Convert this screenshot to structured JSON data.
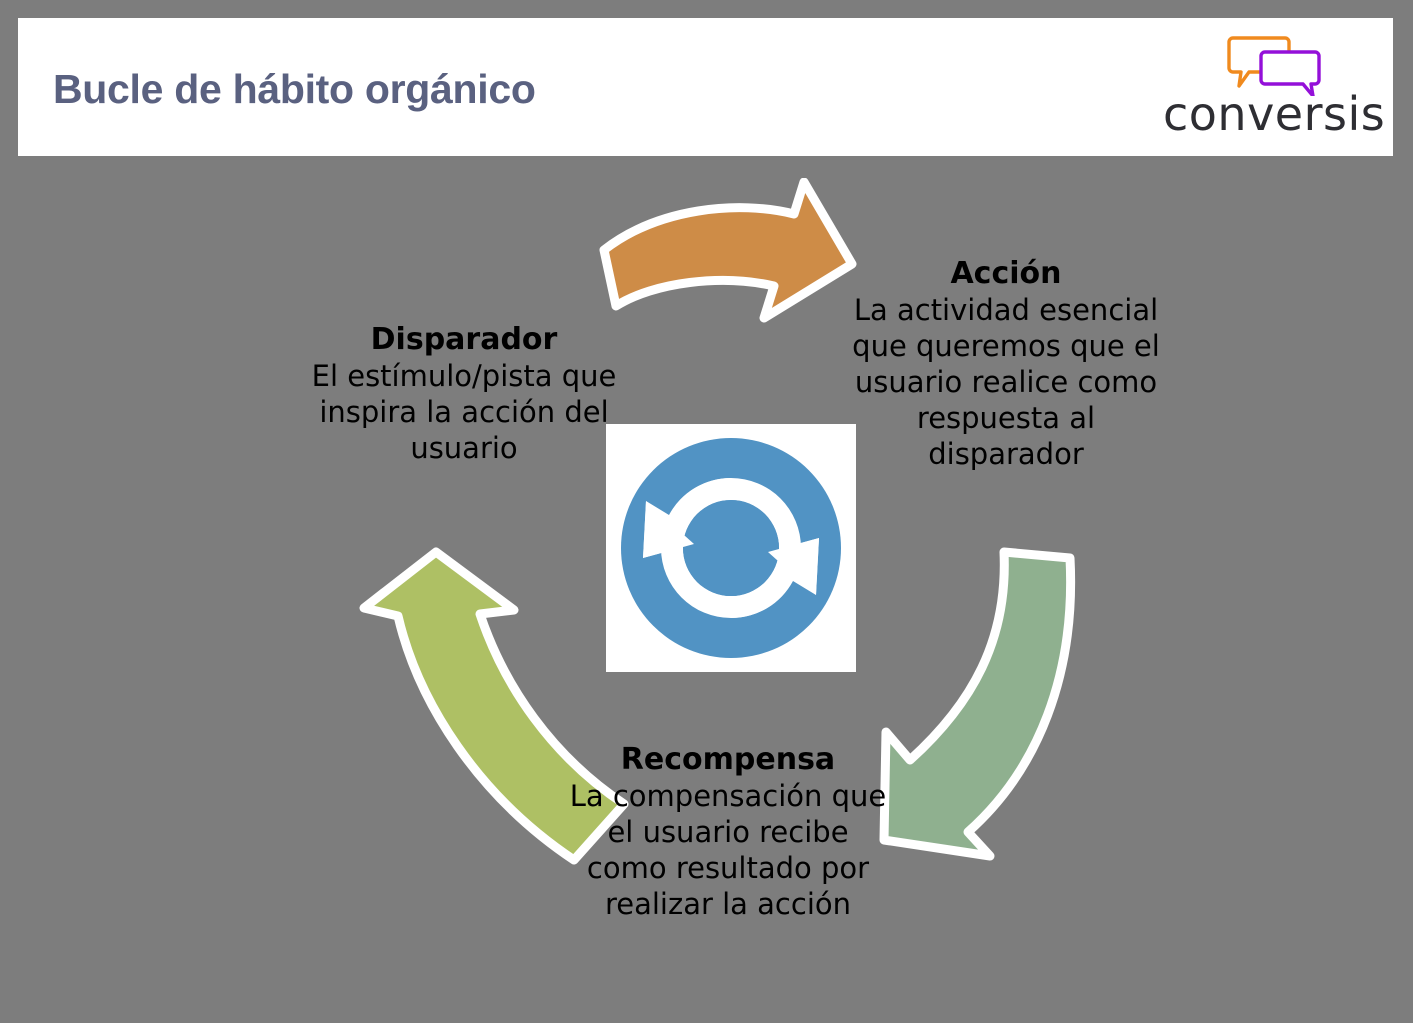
{
  "header": {
    "title": "Bucle de hábito orgánico",
    "title_color": "#5a6180",
    "background": "#ffffff"
  },
  "logo": {
    "wordmark": "conversis",
    "bubble_back_icon": "speech-bubble-icon",
    "bubble_front_icon": "speech-bubble-icon",
    "bubble_back_color": "#F08A1E",
    "bubble_front_color": "#9410D9"
  },
  "canvas": {
    "background": "#7d7d7d"
  },
  "diagram": {
    "center_icon": {
      "name": "cycle-refresh-icon",
      "color": "#5193c4",
      "card_background": "#ffffff"
    },
    "arrows": [
      {
        "name": "arrow-trigger-to-action",
        "color": "#ce8c47",
        "direction": "right-down"
      },
      {
        "name": "arrow-action-to-reward",
        "color": "#8fb08f",
        "direction": "down-left"
      },
      {
        "name": "arrow-reward-to-trigger",
        "color": "#aec064",
        "direction": "up-left"
      }
    ],
    "stages": [
      {
        "id": "disparador",
        "title": "Disparador",
        "description": "El estímulo/pista que inspira la acción del usuario"
      },
      {
        "id": "accion",
        "title": "Acción",
        "description": "La actividad esencial que queremos que el usuario realice como respuesta al disparador"
      },
      {
        "id": "recompensa",
        "title": "Recompensa",
        "description": "La compensación que el usuario recibe como resultado por realizar la acción"
      }
    ]
  }
}
